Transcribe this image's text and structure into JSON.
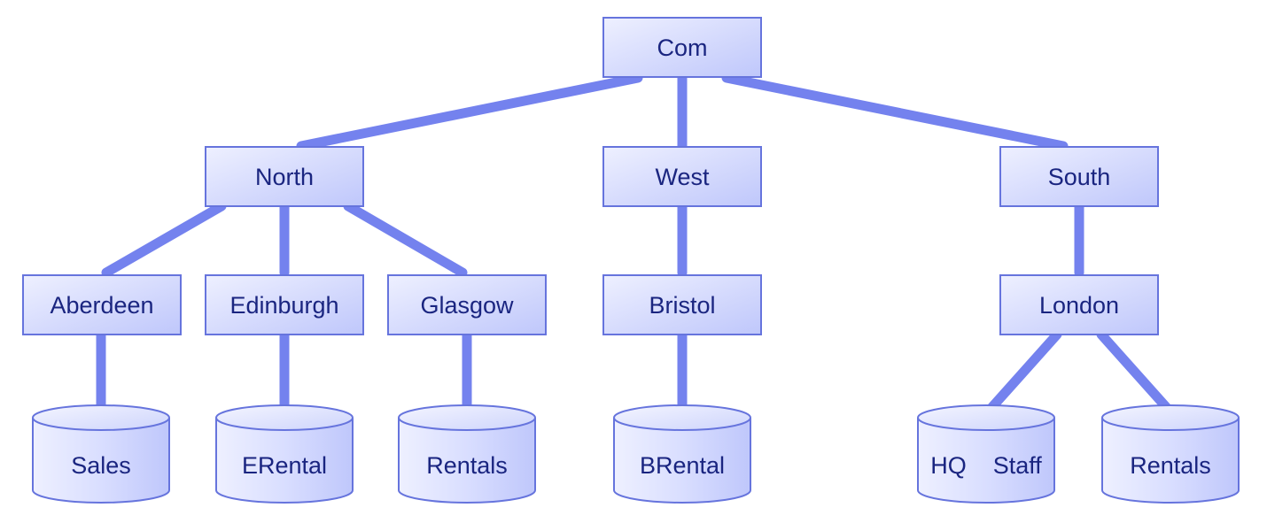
{
  "colors": {
    "edge": "#7482ee",
    "box_fill_light": "#eef0ff",
    "box_fill_dark": "#bfc7fb",
    "border": "#6674dd",
    "text": "#1a2580"
  },
  "tree": {
    "root": {
      "label": "Com"
    },
    "regions": [
      {
        "label": "North"
      },
      {
        "label": "West"
      },
      {
        "label": "South"
      }
    ],
    "cities": [
      {
        "label": "Aberdeen",
        "parent": "North"
      },
      {
        "label": "Edinburgh",
        "parent": "North"
      },
      {
        "label": "Glasgow",
        "parent": "North"
      },
      {
        "label": "Bristol",
        "parent": "West"
      },
      {
        "label": "London",
        "parent": "South"
      }
    ],
    "databases": [
      {
        "label": "Sales",
        "parent": "Aberdeen"
      },
      {
        "label": "ERental",
        "parent": "Edinburgh"
      },
      {
        "label": "Rentals",
        "parent": "Glasgow"
      },
      {
        "label": "BRental",
        "parent": "Bristol"
      },
      {
        "label": "HQ    Staff",
        "parent": "London"
      },
      {
        "label": "Rentals",
        "parent": "London"
      }
    ]
  }
}
